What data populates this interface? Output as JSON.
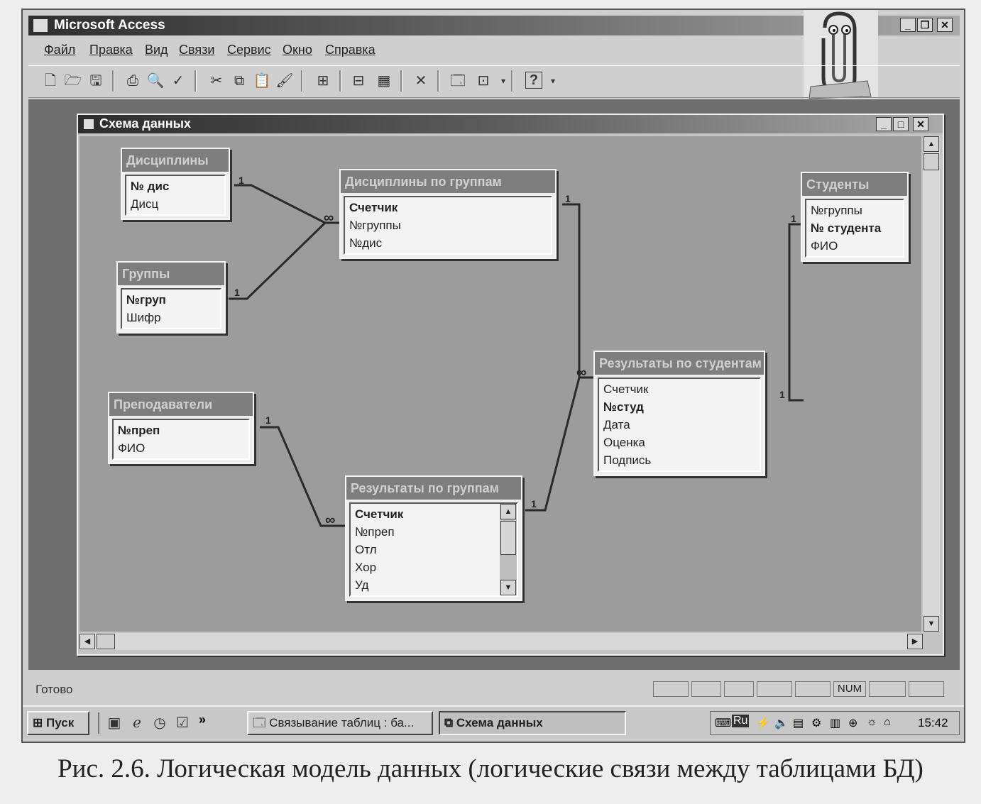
{
  "app": {
    "title": "Microsoft Access"
  },
  "menu": [
    "Файл",
    "Правка",
    "Вид",
    "Связи",
    "Сервис",
    "Окно",
    "Справка"
  ],
  "toolbar": {
    "help_label": "?"
  },
  "child_window": {
    "title": "Схема данных"
  },
  "tables": {
    "disciplines": {
      "title": "Дисциплины",
      "fields": [
        {
          "name": "№ дис",
          "key": true
        },
        {
          "name": "Дисц",
          "key": false
        }
      ]
    },
    "groups": {
      "title": "Группы",
      "fields": [
        {
          "name": "№груп",
          "key": true
        },
        {
          "name": "Шифр",
          "key": false
        }
      ]
    },
    "disc_by_group": {
      "title": "Дисциплины по группам",
      "fields": [
        {
          "name": "Счетчик",
          "key": true
        },
        {
          "name": "№группы",
          "key": false
        },
        {
          "name": "№дис",
          "key": false
        }
      ]
    },
    "students": {
      "title": "Студенты",
      "fields": [
        {
          "name": "№группы",
          "key": false
        },
        {
          "name": "№ студента",
          "key": true
        },
        {
          "name": "ФИО",
          "key": false
        }
      ]
    },
    "teachers": {
      "title": "Преподаватели",
      "fields": [
        {
          "name": "№преп",
          "key": true
        },
        {
          "name": "ФИО",
          "key": false
        }
      ]
    },
    "results_student": {
      "title": "Результаты по студентам",
      "fields": [
        {
          "name": "Счетчик",
          "key": false
        },
        {
          "name": "№студ",
          "key": true
        },
        {
          "name": "Дата",
          "key": false
        },
        {
          "name": "Оценка",
          "key": false
        },
        {
          "name": "Подпись",
          "key": false
        }
      ]
    },
    "results_group": {
      "title": "Результаты по группам",
      "fields": [
        {
          "name": "Счетчик",
          "key": true
        },
        {
          "name": "№преп",
          "key": false
        },
        {
          "name": "Отл",
          "key": false
        },
        {
          "name": "Хор",
          "key": false
        },
        {
          "name": "Уд",
          "key": false
        }
      ]
    }
  },
  "relation_labels": {
    "one": "1",
    "many": "∞"
  },
  "status": {
    "text": "Готово",
    "num": "NUM"
  },
  "taskbar": {
    "start": "Пуск",
    "task1": "Связывание таблиц : ба...",
    "task2": "Схема данных",
    "clock": "15:42",
    "lang": "Ru",
    "more": "»"
  },
  "caption": "Рис. 2.6. Логическая модель данных (логические связи между таблицами БД)"
}
